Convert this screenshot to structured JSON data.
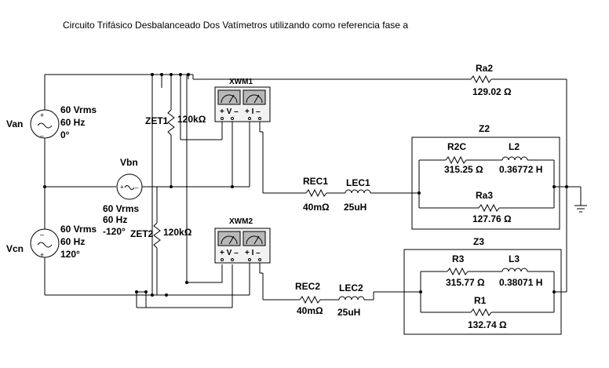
{
  "title": "Circuito Trifásico Desbalanceado Dos Vatímetros utilizando como referencia fase a",
  "sources": [
    {
      "name": "Van",
      "voltage": "60 Vrms",
      "freq": "60 Hz",
      "phase": "0°"
    },
    {
      "name": "Vbn",
      "voltage": "60 Vrms",
      "freq": "60 Hz",
      "phase": "-120°"
    },
    {
      "name": "Vcn",
      "voltage": "60 Vrms",
      "freq": "60 Hz",
      "phase": "120°"
    }
  ],
  "wattmeters": [
    {
      "name": "XWM1",
      "v_label": "+ V –",
      "i_label": "+ I –"
    },
    {
      "name": "XWM2",
      "v_label": "+ V –",
      "i_label": "+ I –"
    }
  ],
  "zet": [
    {
      "name": "ZET1",
      "value": "120kΩ"
    },
    {
      "name": "ZET2",
      "value": "120kΩ"
    }
  ],
  "line_branches": [
    {
      "r_name": "REC1",
      "r_value": "40mΩ",
      "l_name": "LEC1",
      "l_value": "25uH"
    },
    {
      "r_name": "REC2",
      "r_value": "40mΩ",
      "l_name": "LEC2",
      "l_value": "25uH"
    }
  ],
  "ra2": {
    "name": "Ra2",
    "value": "129.02 Ω"
  },
  "z2": {
    "name": "Z2",
    "r_name": "R2C",
    "r_value": "315.25 Ω",
    "l_name": "L2",
    "l_value": "0.36772 H",
    "p_name": "Ra3",
    "p_value": "127.76 Ω"
  },
  "z3": {
    "name": "Z3",
    "r_name": "R3",
    "r_value": "315.77 Ω",
    "l_name": "L3",
    "l_value": "0.38071 H",
    "p_name": "R1",
    "p_value": "132.74 Ω"
  },
  "colors": {
    "wire": "#000000",
    "meter_face": "#b8b8b8",
    "meter_body": "#f2f2f2"
  }
}
